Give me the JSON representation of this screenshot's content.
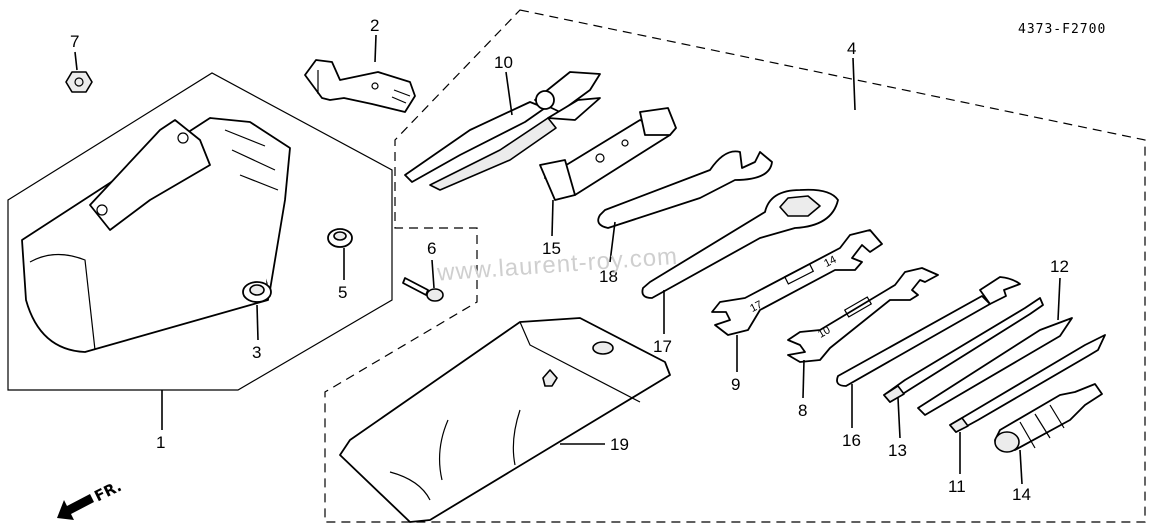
{
  "drawing_code": "4373-F2700",
  "watermark": "www.laurent-roy.com",
  "front_marker": "FR.",
  "callouts": [
    {
      "id": "p1",
      "text": "1"
    },
    {
      "id": "p2",
      "text": "2"
    },
    {
      "id": "p3",
      "text": "3"
    },
    {
      "id": "p4",
      "text": "4"
    },
    {
      "id": "p5",
      "text": "5"
    },
    {
      "id": "p6",
      "text": "6"
    },
    {
      "id": "p7",
      "text": "7"
    },
    {
      "id": "p8",
      "text": "8"
    },
    {
      "id": "p9",
      "text": "9"
    },
    {
      "id": "p10",
      "text": "10"
    },
    {
      "id": "p11",
      "text": "11"
    },
    {
      "id": "p12",
      "text": "12"
    },
    {
      "id": "p13",
      "text": "13"
    },
    {
      "id": "p14",
      "text": "14"
    },
    {
      "id": "p15",
      "text": "15"
    },
    {
      "id": "p16",
      "text": "16"
    },
    {
      "id": "p17",
      "text": "17"
    },
    {
      "id": "p18",
      "text": "18"
    },
    {
      "id": "p19",
      "text": "19"
    }
  ],
  "wrench_marks": {
    "w8": "10",
    "w9": "17",
    "w_open": "14"
  }
}
